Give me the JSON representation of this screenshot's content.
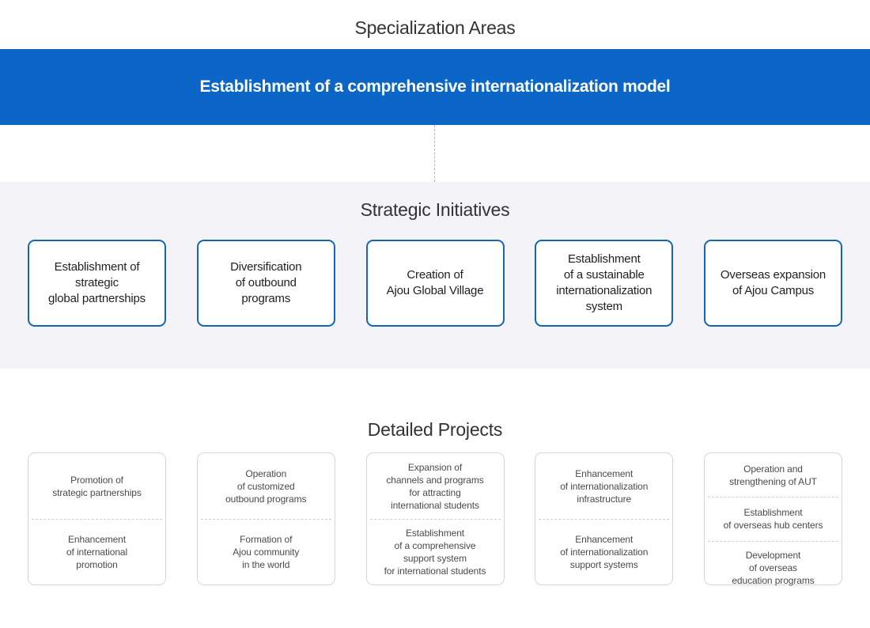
{
  "colors": {
    "banner_blue": "#0b66c8",
    "initiative_border_blue": "#1266b5",
    "section_background_gray": "#f3f3f8",
    "project_border_gray": "#d6d6d8",
    "dashed_connector_gray": "#b6b6bd",
    "heading_text": "#333333",
    "page_background": "#ffffff"
  },
  "specialization": {
    "heading": "Specialization Areas",
    "banner_title": "Establishment of a comprehensive internationalization model"
  },
  "initiatives": {
    "heading": "Strategic Initiatives",
    "boxes": [
      {
        "label": "Establishment of\nstrategic\nglobal partnerships"
      },
      {
        "label": "Diversification\nof outbound\nprograms"
      },
      {
        "label": "Creation of\nAjou Global Village"
      },
      {
        "label": "Establishment\nof a sustainable\ninternationalization\nsystem"
      },
      {
        "label": "Overseas expansion\nof Ajou Campus"
      }
    ]
  },
  "projects": {
    "heading": "Detailed Projects",
    "columns": [
      {
        "items": [
          {
            "label": "Promotion of\nstrategic partnerships"
          },
          {
            "label": "Enhancement\nof international\npromotion"
          }
        ]
      },
      {
        "items": [
          {
            "label": "Operation\nof customized\noutbound programs"
          },
          {
            "label": "Formation of\nAjou community\nin the world"
          }
        ]
      },
      {
        "items": [
          {
            "label": "Expansion of\nchannels and programs\nfor attracting\ninternational students"
          },
          {
            "label": "Establishment\nof a comprehensive\nsupport system\nfor international students"
          }
        ]
      },
      {
        "items": [
          {
            "label": "Enhancement\nof internationalization\ninfrastructure"
          },
          {
            "label": "Enhancement\nof internationalization\nsupport systems"
          }
        ]
      },
      {
        "items": [
          {
            "label": "Operation and\nstrengthening of AUT"
          },
          {
            "label": "Establishment\nof overseas hub centers"
          },
          {
            "label": "Development\nof overseas\neducation programs"
          }
        ]
      }
    ]
  }
}
